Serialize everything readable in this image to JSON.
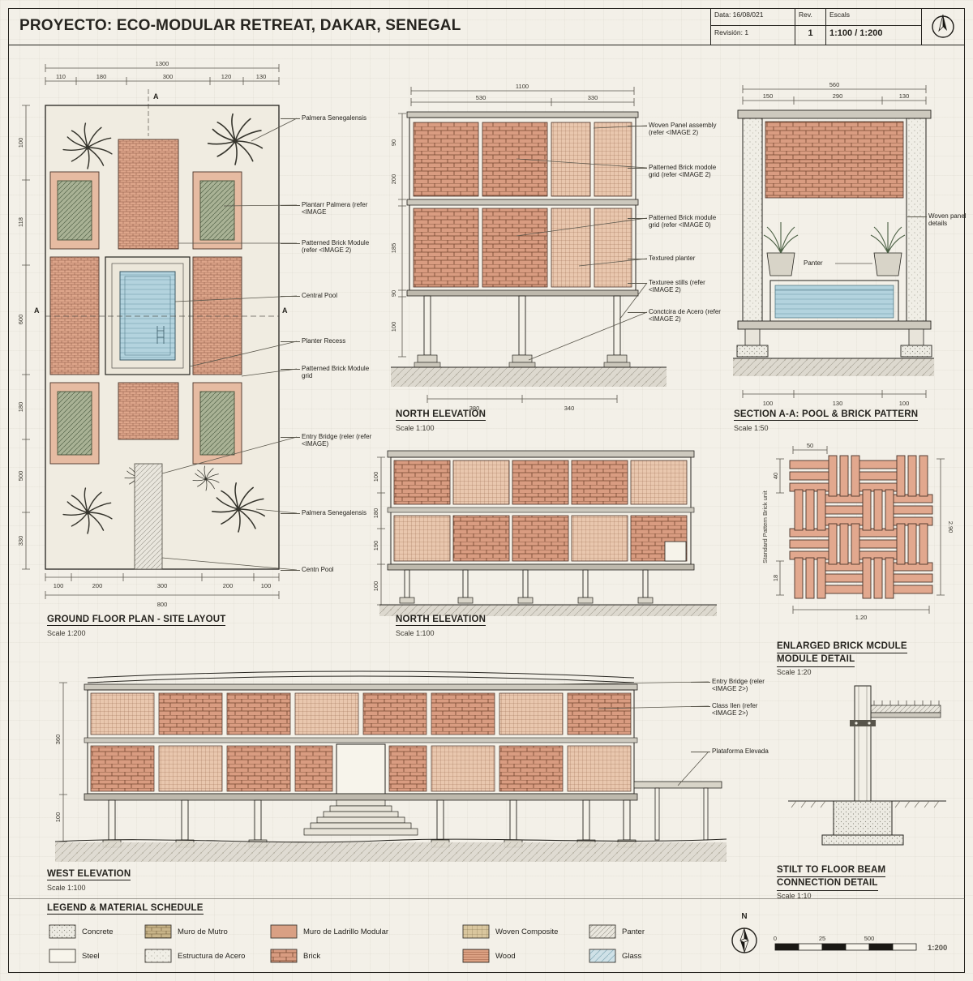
{
  "title_block": {
    "title": "PROYECTO: ECO-MODULAR RETREAT, DAKAR, SENEGAL",
    "date": "Data: 16/08/021",
    "revision": "Revisión: 1",
    "rev_label": "Rev.",
    "rev_value": "1",
    "scale_label": "Escals",
    "scale_value": "1:100 / 1:200"
  },
  "ground_plan": {
    "caption": "GROUND FLOOR PLAN - SITE LAYOUT",
    "scale": "Scale 1:200",
    "dim_total_top": "1300",
    "dims_top": [
      "110",
      "180",
      "300",
      "120",
      "130"
    ],
    "dims_bottom": [
      "100",
      "200",
      "300",
      "200",
      "100"
    ],
    "dim_total_bottom": "800",
    "dims_left": [
      "100",
      "118",
      "600",
      "180",
      "500",
      "330"
    ],
    "section_marker": "A",
    "annotations": [
      "Palmera Senegalensis",
      "Plantarr Palmera (refer <IMAGE",
      "Patterned Brick Module (refer <IMAGE 2)",
      "Central Pool",
      "Planter Recess",
      "Patterned Brick Module grid",
      "Entry Bridge (reler (refer <IMAGE)",
      "Palmera Senegalensis",
      "Centn Pool"
    ]
  },
  "north_elevation_1": {
    "caption": "NORTH ELEVATION",
    "scale": "Scale 1:100",
    "dim_total_top": "1100",
    "dims_top": [
      "530",
      "330"
    ],
    "dims_bottom": [
      "380",
      "340"
    ],
    "dims_left": [
      "90",
      "200",
      "185",
      "90",
      "100"
    ],
    "annotations": [
      "Woven Panel assembly (refer <IMAGE 2)",
      "Patterned Brick modole grid (refer <IMAGE 2)",
      "Patterned Brick module grid (refer <IMAGE 0)",
      "Textured planter",
      "Texturee stills (refer <IMAGE 2)",
      "Conctcira de Acero (refer <IMAGE 2)"
    ]
  },
  "section_aa": {
    "caption": "SECTION A-A: POOL & BRICK PATTERN",
    "scale": "Scale 1:50",
    "dim_total_top": "560",
    "dims_top": [
      "150",
      "290",
      "130"
    ],
    "dims_bottom": [
      "100",
      "130",
      "100"
    ],
    "annotations": [
      "Woven panel details",
      "Panter"
    ]
  },
  "north_elevation_2": {
    "caption": "NORTH ELEVATION",
    "scale": "Scale 1:100",
    "dims_left": [
      "100",
      "180",
      "190",
      "100"
    ]
  },
  "brick_detail": {
    "caption_line1": "ENLARGED BRICK MCDULE",
    "caption_line2": "MODULE DETAIL",
    "scale": "Scale 1:20",
    "dim_top": "50",
    "dim_left": "40",
    "dim_left2": "18",
    "dim_bottom": "1.20",
    "dim_right": "2.90",
    "side_label": "Standard Pattern Brick unit"
  },
  "west_elevation": {
    "caption": "WEST ELEVATION",
    "scale": "Scale 1:100",
    "dims_left": [
      "360",
      "100"
    ],
    "annotations": [
      "Entry Bridge (reler <IMAGE 2>)",
      "Class Ilen (refer <IMAGE 2>)",
      "Plataforma Elevada"
    ]
  },
  "stilt_detail": {
    "caption_line1": "STILT TO FLOOR BEAM",
    "caption_line2": "CONNECTION DETAIL",
    "scale": "Scale 1:10"
  },
  "legend": {
    "title": "LEGEND & MATERIAL SCHEDULE",
    "row1": [
      {
        "label": "Concrete",
        "pattern": "stipple"
      },
      {
        "label": "Muro de Mutro",
        "pattern": "olive-brick"
      },
      {
        "label": "Muro de Ladrillo Modular",
        "pattern": "modular-brick"
      },
      {
        "label": "Woven Composite",
        "pattern": "woven"
      },
      {
        "label": "Panter",
        "pattern": "hatch"
      }
    ],
    "row2": [
      {
        "label": "Steel",
        "pattern": "plain"
      },
      {
        "label": "Estructura de Acero",
        "pattern": "stipple-light"
      },
      {
        "label": "Brick",
        "pattern": "brick"
      },
      {
        "label": "Wood",
        "pattern": "wood"
      },
      {
        "label": "Glass",
        "pattern": "glass"
      }
    ]
  },
  "scale_bar": {
    "labels": [
      "0",
      "25",
      "500"
    ],
    "ratio": "1:200",
    "north_label": "N"
  },
  "colors": {
    "brick": "#d99c81",
    "pool": "#b3d3de",
    "green": "#a9b295",
    "paper": "#f3f0e8",
    "ink": "#26241f"
  }
}
